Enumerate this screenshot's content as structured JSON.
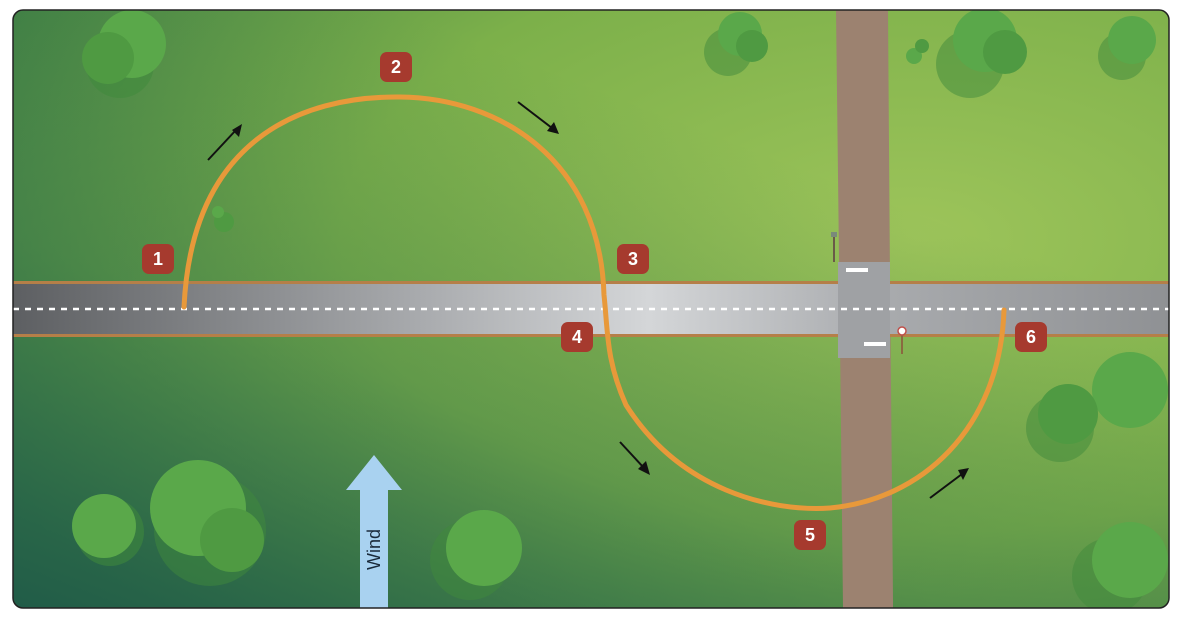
{
  "diagram": {
    "waypoints": [
      {
        "label": "1"
      },
      {
        "label": "2"
      },
      {
        "label": "3"
      },
      {
        "label": "4"
      },
      {
        "label": "5"
      },
      {
        "label": "6"
      }
    ],
    "wind_label": "Wind",
    "colors": {
      "grass": "#7fb04a",
      "grass_dark": "#2e6a4a",
      "road": "#b0b0b0",
      "dirt_road": "#9c8270",
      "path": "#e8993a",
      "badge": "#a63a2e",
      "wind_arrow": "#a9d2f0",
      "tree": "#4f9a42"
    },
    "icons": [
      "direction-arrow-icon",
      "wind-arrow-icon",
      "tree-icon",
      "sign-post-icon"
    ]
  }
}
